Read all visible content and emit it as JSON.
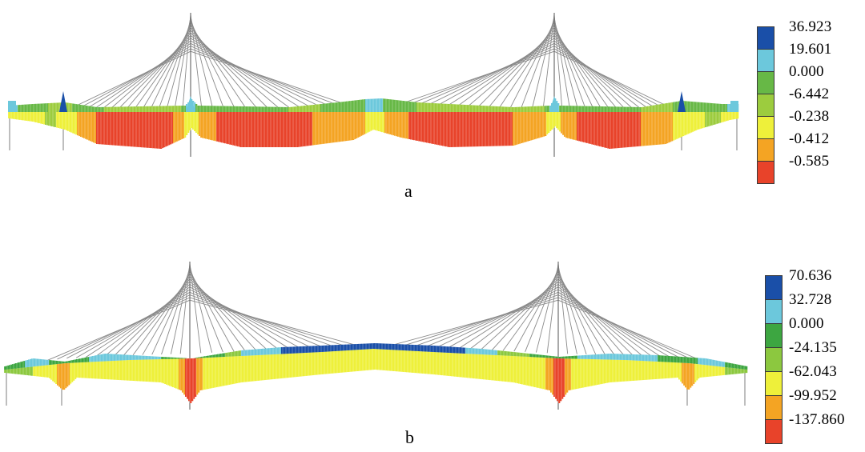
{
  "panels": [
    {
      "id": "a",
      "caption": "a",
      "legend": {
        "labels": [
          "36.923",
          "19.601",
          "0.000",
          "-6.442",
          "-0.238",
          "-0.412",
          "-0.585"
        ],
        "colors": [
          "#1a4fa8",
          "#6cc8dc",
          "#67b846",
          "#9ccc3e",
          "#eef03a",
          "#f4a423",
          "#e8432a"
        ]
      }
    },
    {
      "id": "b",
      "caption": "b",
      "legend": {
        "labels": [
          "70.636",
          "32.728",
          "0.000",
          "-24.135",
          "-62.043",
          "-99.952",
          "-137.860"
        ],
        "colors": [
          "#1a4fa8",
          "#6cc8dc",
          "#3da641",
          "#8cc83f",
          "#eef03a",
          "#f4a423",
          "#e8432a"
        ]
      }
    }
  ]
}
